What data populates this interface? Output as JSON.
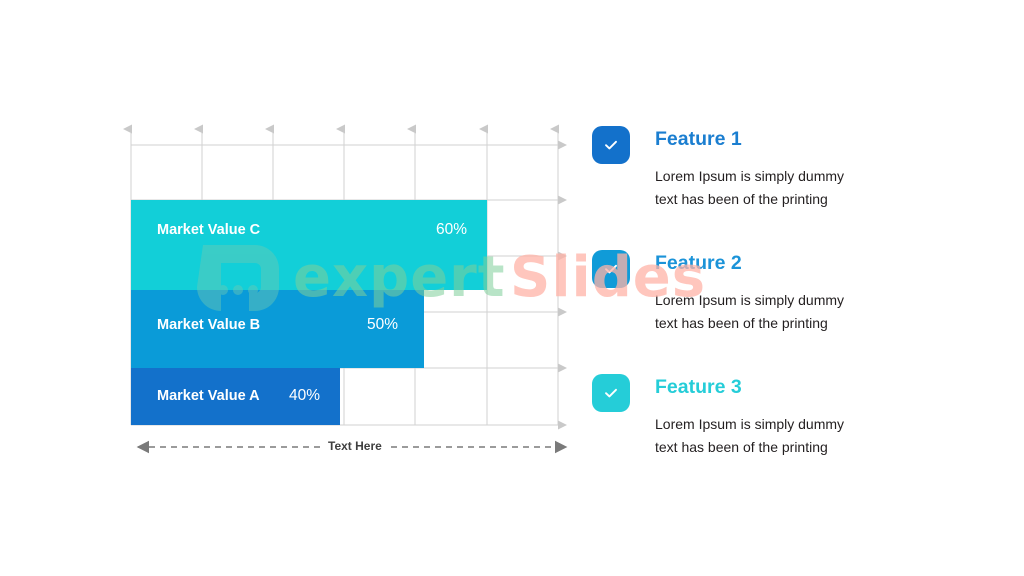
{
  "chart_data": {
    "type": "bar",
    "title": "",
    "orientation": "horizontal",
    "categories": [
      "Market Value A",
      "Market Value B",
      "Market Value  C"
    ],
    "values": [
      40,
      50,
      60
    ],
    "value_labels": [
      "40%",
      "50%",
      "60%"
    ],
    "xlabel": "Text Here",
    "ylabel": "",
    "xlim": [
      0,
      70
    ],
    "grid": true,
    "legend": "none",
    "colors": [
      "#1371cb",
      "#0a9bd8",
      "#12cfd8"
    ]
  },
  "chart": {
    "axis_caption": "Text Here",
    "bars": [
      {
        "label": "Market Value  C",
        "value_label": "60%",
        "color": "#12cfd8"
      },
      {
        "label": "Market Value  B",
        "value_label": "50%",
        "color": "#0a9bd8"
      },
      {
        "label": "Market Value A",
        "value_label": "40%",
        "color": "#1371cb"
      }
    ]
  },
  "features": [
    {
      "icon": "check-icon",
      "icon_color": "#1371cb",
      "title": "Feature 1",
      "title_color": "#1b7ed0",
      "body_line_1": "Lorem Ipsum is simply dummy",
      "body_line_2": "text has been of the printing"
    },
    {
      "icon": "check-icon",
      "icon_color": "#109bd8",
      "title": "Feature 2",
      "title_color": "#1b93d8",
      "body_line_1": "Lorem Ipsum is simply dummy",
      "body_line_2": "text has been of the printing"
    },
    {
      "icon": "check-icon",
      "icon_color": "#25cdd8",
      "title": "Feature 3",
      "title_color": "#25cdd8",
      "body_line_1": "Lorem Ipsum is simply dummy",
      "body_line_2": "text has been of the printing"
    }
  ],
  "watermark": {
    "text_primary": "expert",
    "text_secondary": "Slides",
    "color_primary": "#7fcf9a",
    "color_secondary": "#ffb3a7"
  }
}
